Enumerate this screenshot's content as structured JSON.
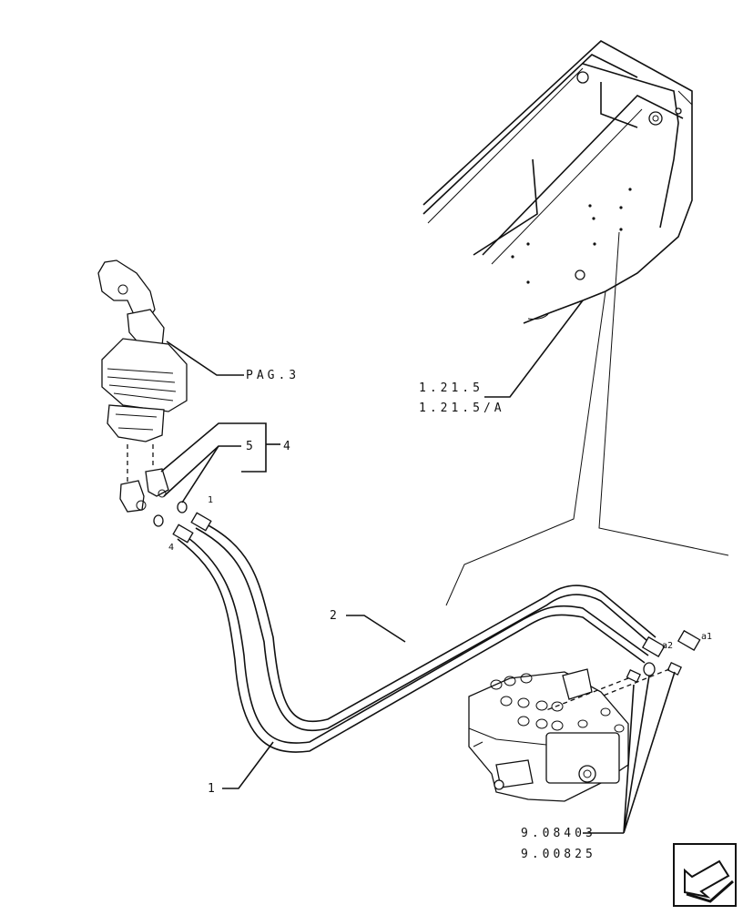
{
  "labels": {
    "pag_ref": "PAG.3",
    "frame_ref_1": "1.21.5",
    "frame_ref_2": "1.21.5/A",
    "callout_1": "1",
    "callout_2": "2",
    "callout_4": "4",
    "callout_5": "5",
    "small_1": "1",
    "small_4": "4",
    "port_a1": "a1",
    "port_a2": "a2",
    "valve_ref_1": "9.08403",
    "valve_ref_2": "9.00825"
  },
  "icons": {
    "nav": "arrow-down-left-icon"
  }
}
